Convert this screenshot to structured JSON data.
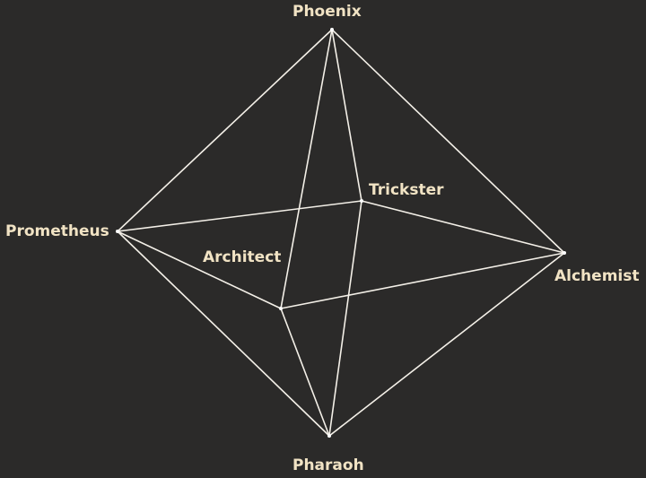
{
  "vertices": [
    {
      "id": "phoenix",
      "label": "Phoenix"
    },
    {
      "id": "trickster",
      "label": "Trickster"
    },
    {
      "id": "prometheus",
      "label": "Prometheus"
    },
    {
      "id": "architect",
      "label": "Architect"
    },
    {
      "id": "alchemist",
      "label": "Alchemist"
    },
    {
      "id": "pharaoh",
      "label": "Pharaoh"
    }
  ],
  "edges": [
    [
      "phoenix",
      "prometheus"
    ],
    [
      "phoenix",
      "alchemist"
    ],
    [
      "phoenix",
      "trickster"
    ],
    [
      "phoenix",
      "architect"
    ],
    [
      "pharaoh",
      "prometheus"
    ],
    [
      "pharaoh",
      "alchemist"
    ],
    [
      "pharaoh",
      "trickster"
    ],
    [
      "pharaoh",
      "architect"
    ],
    [
      "prometheus",
      "trickster"
    ],
    [
      "trickster",
      "alchemist"
    ],
    [
      "alchemist",
      "architect"
    ],
    [
      "architect",
      "prometheus"
    ]
  ],
  "colors": {
    "background": "#2b2a29",
    "edge": "#f4f0e8",
    "label": "#f1e3c4"
  }
}
